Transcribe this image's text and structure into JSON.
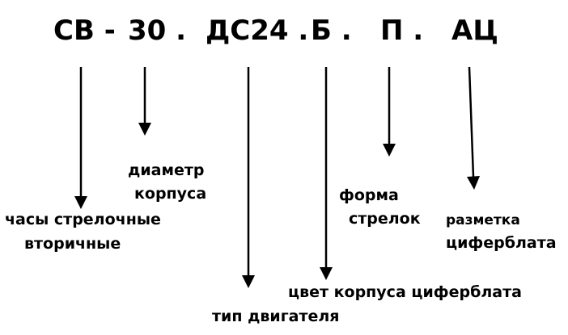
{
  "code_parts": {
    "cb": "СВ -",
    "diameter": "30 .",
    "motor": "ДС24 .",
    "color": "Б .",
    "hands": "П .",
    "marking": "АЦ"
  },
  "labels": {
    "type": [
      "часы стрелочные",
      "вторичные"
    ],
    "diameter": [
      "диаметр",
      "корпуса"
    ],
    "motor": [
      "тип двигателя"
    ],
    "color": [
      "цвет корпуса циферблата"
    ],
    "hands": [
      "форма",
      "стрелок"
    ],
    "marking": [
      "разметка",
      "циферблата"
    ]
  }
}
